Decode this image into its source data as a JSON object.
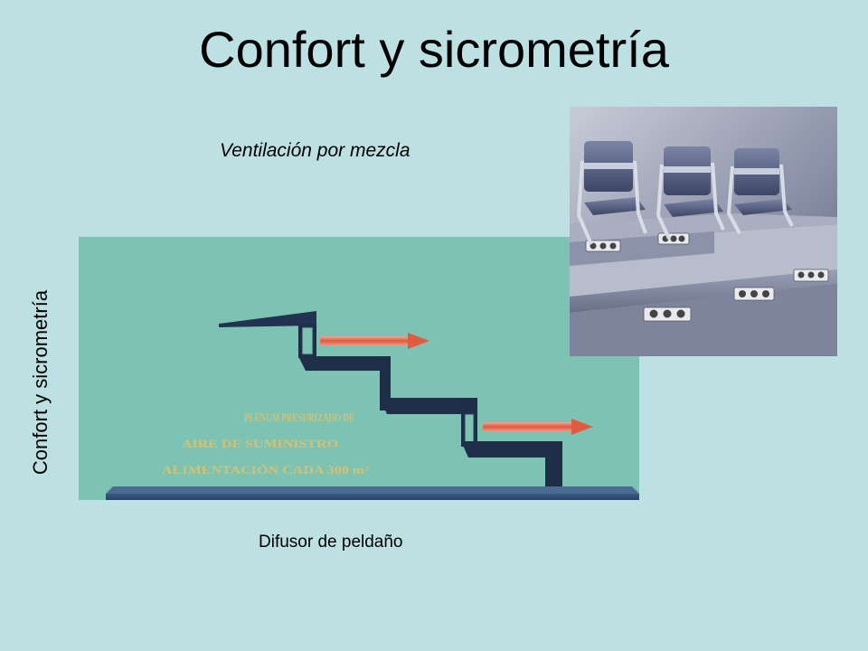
{
  "slide": {
    "title": "Confort y sicrometría",
    "side_label": "Confort y sicrometría",
    "subtitle": "Ventilación por mezcla",
    "caption": "Difusor de peldaño"
  },
  "diagram": {
    "plenum_lines": [
      "PLENUM PRESURIZADO DE",
      "AIRE DE SUMINISTRO",
      "ALIMENTACIÓN CADA 300 m²"
    ],
    "colors": {
      "background": "#7cc3b4",
      "steps": "#1e2e48",
      "arrow": "#e8735a"
    }
  },
  "photo": {
    "subject": "seats-on-stepped-platform-with-floor-diffusers"
  }
}
